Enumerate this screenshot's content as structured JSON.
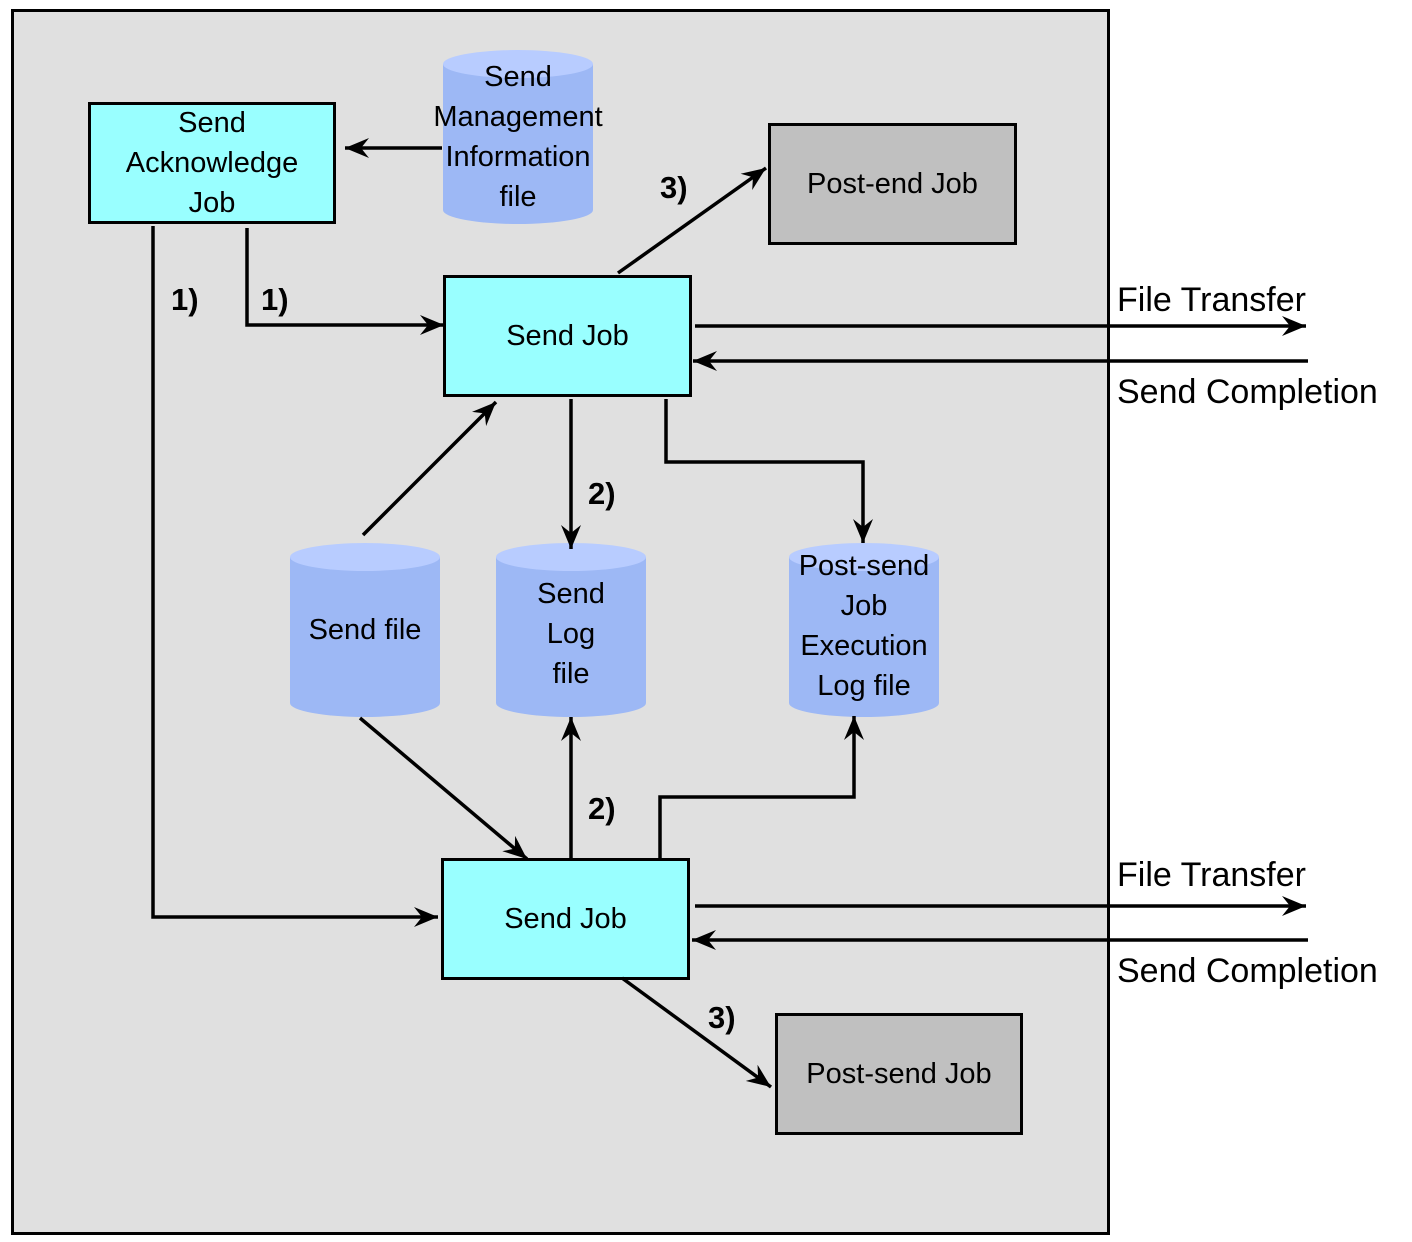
{
  "nodes": {
    "send_ack_job": "Send\nAcknowledge\nJob",
    "send_mgmt_info_file": "Send\nManagement\nInformation\nfile",
    "post_end_job": "Post-end  Job",
    "send_job_top": "Send  Job",
    "send_file": "Send  file",
    "send_log_file": "Send\nLog\nfile",
    "post_send_exec_log_file": "Post-send\nJob\nExecution\nLog file",
    "send_job_bottom": "Send  Job",
    "post_send_job": "Post-send  Job"
  },
  "external": {
    "file_transfer_top": "File Transfer",
    "send_completion_top": "Send Completion",
    "file_transfer_bottom": "File Transfer",
    "send_completion_bottom": "Send Completion"
  },
  "steps": {
    "step1_left": "1)",
    "step1_right": "1)",
    "step2_top": "2)",
    "step2_bottom": "2)",
    "step3_top": "3)",
    "step3_bottom": "3)"
  },
  "colors": {
    "panel": "#e0e0e0",
    "job_box": "#99ffff",
    "post_job_box": "#c0c0c0",
    "cylinder_top": "#b8ccff",
    "cylinder_body": "#9db8f5"
  }
}
